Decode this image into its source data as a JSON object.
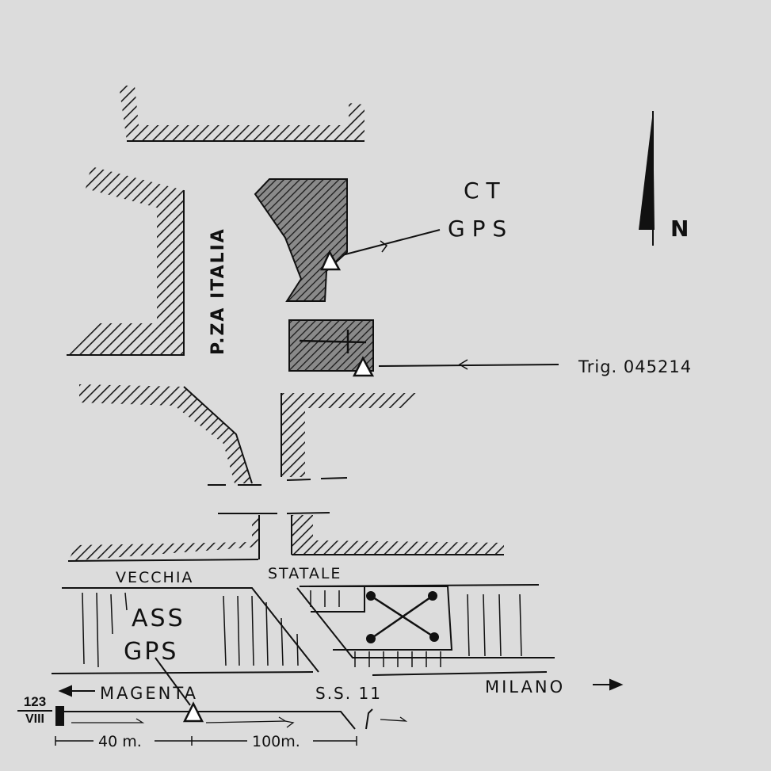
{
  "labels": {
    "piazza": "P.ZA ITALIA",
    "ct": "C T",
    "gps_top": "G P S",
    "trig": "Trig. 045214",
    "north": "N",
    "vecchia": "VECCHIA",
    "statale": "STATALE",
    "ass": "ASS",
    "gps_bottom": "GPS",
    "magenta": "MAGENTA",
    "ss11": "S.S. 11",
    "milano": "MILANO",
    "plate_number": "123",
    "plate_roman": "VIII",
    "scale_40": "40 m.",
    "scale_100": "100m."
  },
  "colors": {
    "background": "#dcdcdc",
    "ink": "#111111",
    "building_fill": "#6e6e6e"
  }
}
